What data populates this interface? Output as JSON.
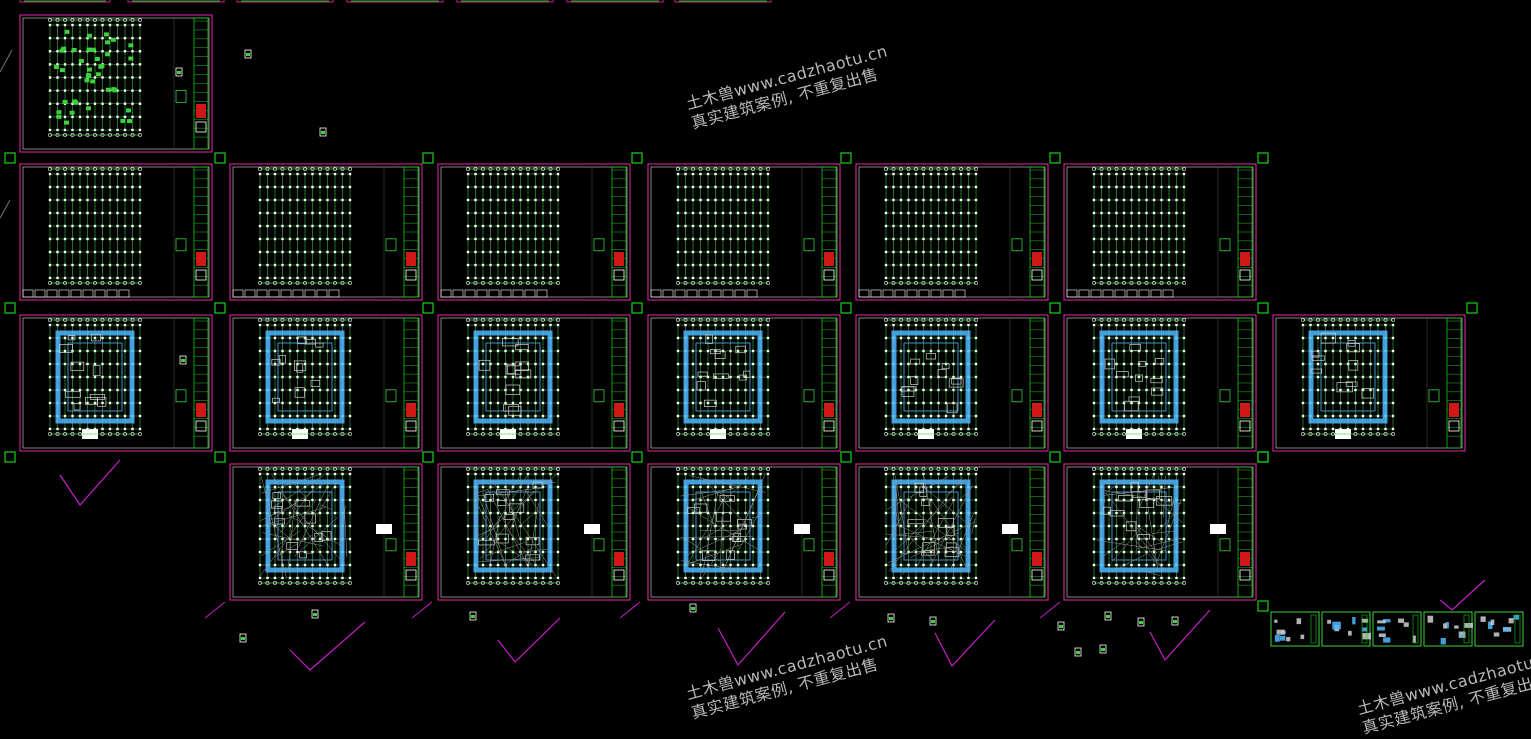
{
  "window": {
    "title": ""
  },
  "watermark": {
    "line1": "土木兽www.cadzhaotu.cn",
    "line2": "真实建筑案例, 不重复出售",
    "color": "#b9b9b9"
  },
  "colors": {
    "background": "#000000",
    "sheet_border": "#c0208a",
    "title_block": "#19c619",
    "grid": "#3bd33b",
    "wall": "#4db8ff",
    "marker": "#17d117",
    "callout": "#c81ec8",
    "white": "#ffffff"
  },
  "drawing": {
    "rows": [
      {
        "name": "row-1",
        "sheet_count": 1,
        "plan_style": "detail"
      },
      {
        "name": "row-2",
        "sheet_count": 6,
        "plan_style": "grid"
      },
      {
        "name": "row-3",
        "sheet_count": 7,
        "plan_style": "walls"
      },
      {
        "name": "row-4",
        "sheet_count": 5,
        "plan_style": "dense"
      }
    ],
    "thumbnail_strip_count": 5
  }
}
